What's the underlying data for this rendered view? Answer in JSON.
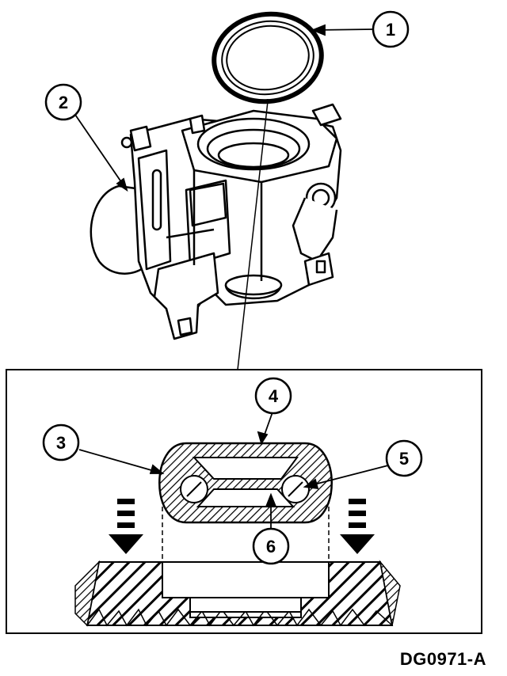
{
  "callouts": [
    {
      "id": "1",
      "label": "1"
    },
    {
      "id": "2",
      "label": "2"
    },
    {
      "id": "3",
      "label": "3"
    },
    {
      "id": "4",
      "label": "4"
    },
    {
      "id": "5",
      "label": "5"
    },
    {
      "id": "6",
      "label": "6"
    }
  ],
  "figure_code": "DG0971-A"
}
